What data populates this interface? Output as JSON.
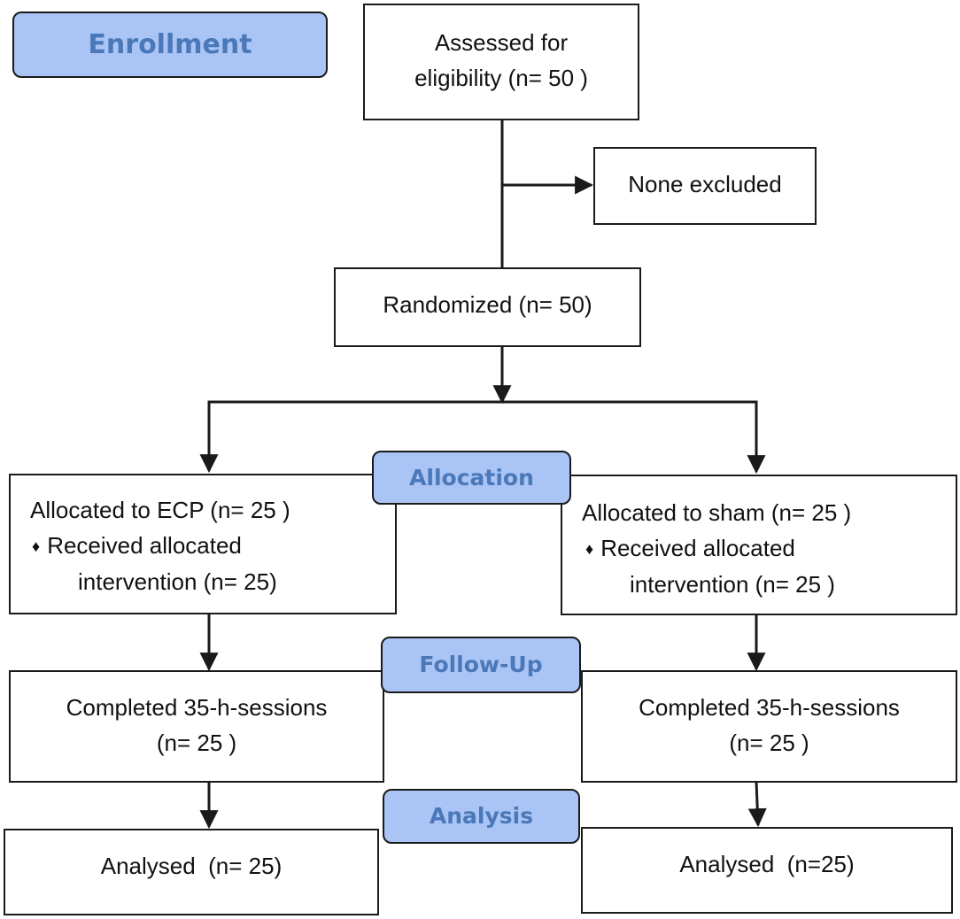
{
  "stages": {
    "enrollment": "Enrollment",
    "allocation": "Allocation",
    "follow_up": "Follow-Up",
    "analysis": "Analysis"
  },
  "boxes": {
    "assessed": [
      "Assessed for",
      "eligibility (n= 50 )"
    ],
    "excluded": "None excluded",
    "randomized": "Randomized (n= 50)",
    "ecp_allocated": {
      "title": "Allocated to ECP (n= 25 )",
      "bullet_symbol": "♦",
      "bullet_text": "Received allocated",
      "bullet_cont": "intervention (n= 25)"
    },
    "sham_allocated": {
      "title": "Allocated to sham (n= 25 )",
      "bullet_symbol": "♦",
      "bullet_text": "Received allocated",
      "bullet_cont": "intervention (n= 25 )"
    },
    "ecp_completed": [
      "Completed 35-h-sessions",
      "(n= 25 )"
    ],
    "sham_completed": [
      "Completed 35-h-sessions",
      "(n= 25 )"
    ],
    "ecp_analysed": "Analysed  (n= 25)",
    "sham_analysed": "Analysed  (n=25)"
  },
  "colors": {
    "stage_fill": "#a9c4f5",
    "stage_text": "#4a78b8",
    "border": "#1a1a1a"
  }
}
